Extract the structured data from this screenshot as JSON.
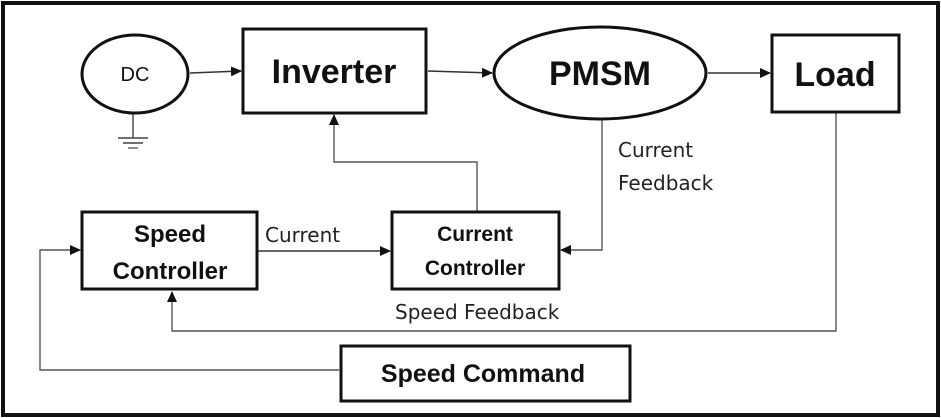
{
  "blocks": {
    "dc_source": "DC",
    "inverter": "Inverter",
    "motor": "PMSM",
    "load": "Load",
    "speed_controller": {
      "line1": "Speed",
      "line2": "Controller"
    },
    "current_controller": {
      "line1": "Current",
      "line2": "Controller"
    },
    "speed_command": "Speed Command"
  },
  "signals": {
    "current_reference": "Current",
    "current_feedback": {
      "line1": "Current",
      "line2": "Feedback"
    },
    "speed_feedback": "Speed Feedback"
  }
}
